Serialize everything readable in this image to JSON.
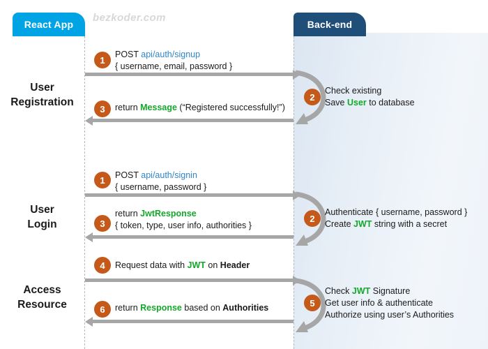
{
  "diagram": {
    "title": "JWT Authentication Flow",
    "watermark": "bezkoder.com",
    "type": "sequence-diagram",
    "colors": {
      "client_tab": "#00a4e4",
      "server_tab": "#1f4e79",
      "badge": "#c4591a",
      "arrow": "#a6a6a6",
      "api_link": "#2e86c8",
      "highlight_green": "#14a82a",
      "panel_gradient_from": "#dbe6f2",
      "panel_gradient_to": "#eef3f9"
    }
  },
  "lanes": {
    "client": {
      "label": "React App"
    },
    "server": {
      "label": "Back-end"
    }
  },
  "sections": [
    {
      "id": "user-registration",
      "label_line1": "User",
      "label_line2": "Registration"
    },
    {
      "id": "user-login",
      "label_line1": "User",
      "label_line2": "Login"
    },
    {
      "id": "access-resource",
      "label_line1": "Access",
      "label_line2": "Resource"
    }
  ],
  "messages": [
    {
      "id": "signup-request",
      "step": "1",
      "direction": "client-to-server",
      "line1_pre": "POST ",
      "line1_api": "api/auth/signup",
      "line2": "{ username, email, password }"
    },
    {
      "id": "signup-process",
      "step": "2",
      "direction": "server-self",
      "line1": "Check existing",
      "line2_pre": "Save ",
      "line2_hl": "User",
      "line2_post": " to database"
    },
    {
      "id": "signup-response",
      "step": "3",
      "direction": "server-to-client",
      "line1_pre": "return ",
      "line1_hl": "Message",
      "line1_post": " (“Registered successfully!”)"
    },
    {
      "id": "signin-request",
      "step": "1",
      "direction": "client-to-server",
      "line1_pre": "POST ",
      "line1_api": "api/auth/signin",
      "line2": "{ username, password }"
    },
    {
      "id": "signin-process",
      "step": "2",
      "direction": "server-self",
      "line1": "Authenticate { username, password }",
      "line2_pre": "Create ",
      "line2_hl": "JWT",
      "line2_post": " string with a secret"
    },
    {
      "id": "signin-response",
      "step": "3",
      "direction": "server-to-client",
      "line1_pre": "return ",
      "line1_hl": "JwtResponse",
      "line2": "{ token, type, user info, authorities }"
    },
    {
      "id": "resource-request",
      "step": "4",
      "direction": "client-to-server",
      "line1_pre": "Request  data with ",
      "line1_hl": "JWT",
      "line1_mid": " on ",
      "line1_bold": "Header"
    },
    {
      "id": "resource-process",
      "step": "5",
      "direction": "server-self",
      "line1_pre": "Check ",
      "line1_hl": "JWT",
      "line1_post": " Signature",
      "line2": "Get user info & authenticate",
      "line3": "Authorize using user’s Authorities"
    },
    {
      "id": "resource-response",
      "step": "6",
      "direction": "server-to-client",
      "line1_pre": "return ",
      "line1_hl": "Response",
      "line1_mid": " based on ",
      "line1_bold": "Authorities"
    }
  ]
}
